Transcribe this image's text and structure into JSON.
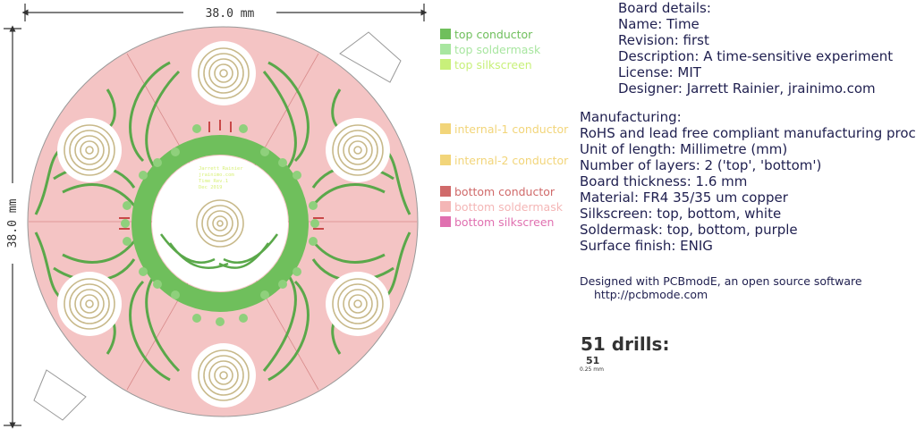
{
  "dimensions": {
    "width_label": "38.0 mm",
    "height_label": "38.0 mm"
  },
  "board_silkscreen": {
    "lines": [
      "Jarrett Rainier",
      "jrainimo.com",
      "Time Rev.1",
      "Dec 2019"
    ]
  },
  "legend": [
    {
      "label": "top conductor",
      "color": "#6fbf5c",
      "text_color": "#6fbf5c"
    },
    {
      "label": "top soldermask",
      "color": "#a8e6a0",
      "text_color": "#a8e6a0"
    },
    {
      "label": "top silkscreen",
      "color": "#c8f07a",
      "text_color": "#c8f07a"
    },
    {
      "label": "internal-1 conductor",
      "color": "#f2d57a",
      "text_color": "#f2d57a"
    },
    {
      "label": "internal-2 conductor",
      "color": "#f2d57a",
      "text_color": "#f2d57a"
    },
    {
      "label": "bottom conductor",
      "color": "#d06a6a",
      "text_color": "#d06a6a"
    },
    {
      "label": "bottom soldermask",
      "color": "#f4b6b6",
      "text_color": "#f4b6b6"
    },
    {
      "label": "bottom silkscreen",
      "color": "#e070b0",
      "text_color": "#e070b0"
    }
  ],
  "board_details": {
    "heading": "Board details:",
    "name": "Name: Time",
    "revision": "Revision: first",
    "description": "Description: A time-sensitive experiment",
    "license": "License: MIT",
    "designer": "Designer: Jarrett Rainier, jrainimo.com"
  },
  "manufacturing": {
    "heading": "Manufacturing:",
    "process": "RoHS and lead free compliant manufacturing process",
    "unit": "Unit of length: Millimetre (mm)",
    "layers": "Number of layers: 2 ('top', 'bottom')",
    "thickness": "Board thickness: 1.6 mm",
    "material": "Material: FR4 35/35 um copper",
    "silkscreen": "Silkscreen: top, bottom, white",
    "soldermask": "Soldermask: top, bottom, purple",
    "finish": "Surface finish: ENIG"
  },
  "credit": {
    "line1": "Designed with PCBmodE, an open source software",
    "url": "http://pcbmode.com"
  },
  "drills": {
    "title": "51 drills:",
    "count": "51",
    "size": "0.25 mm"
  }
}
